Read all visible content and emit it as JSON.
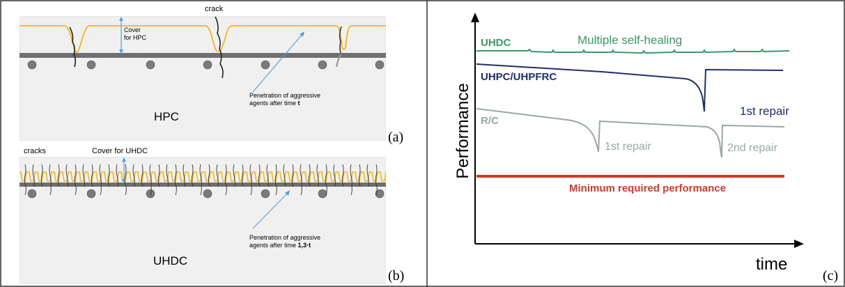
{
  "panel_a": {
    "crack_label": "crack",
    "cover_label_line1": "Cover",
    "cover_label_line2": "for HPC",
    "penetration_line1": "Penetration of aggressive",
    "penetration_line2_prefix": "agents after time ",
    "penetration_line2_bold": "t",
    "material": "HPC",
    "panel_label": "(a)"
  },
  "panel_b": {
    "cracks_label": "cracks",
    "cover_label": "Cover for UHDC",
    "penetration_line1": "Penetration of aggressive",
    "penetration_line2_prefix": "agents after time ",
    "penetration_line2_bold": "1,3·t",
    "material": "UHDC",
    "panel_label": "(b)"
  },
  "panel_c": {
    "y_axis_label": "Performance",
    "x_axis_label": "time",
    "panel_label": "(c)",
    "uhdc_label": "UHDC",
    "uhdc_note": "Multiple self-healing",
    "uhpc_label": "UHPC/UHPFRC",
    "uhpc_repair": "1st repair",
    "rc_label": "R/C",
    "rc_repair1": "1st repair",
    "rc_repair2": "2nd repair",
    "minimum_label": "Minimum required performance",
    "colors": {
      "uhdc": "#3a9a63",
      "uhpc": "#1f2f6e",
      "rc": "#9aa9a0",
      "minimum": "#d33a2c",
      "axis": "#000000"
    }
  },
  "colors": {
    "concrete": "#f2f2f2",
    "rebar": "#777777",
    "cover_line": "#f2b51f",
    "arrow": "#5b9bd5",
    "crack": "#222222"
  }
}
